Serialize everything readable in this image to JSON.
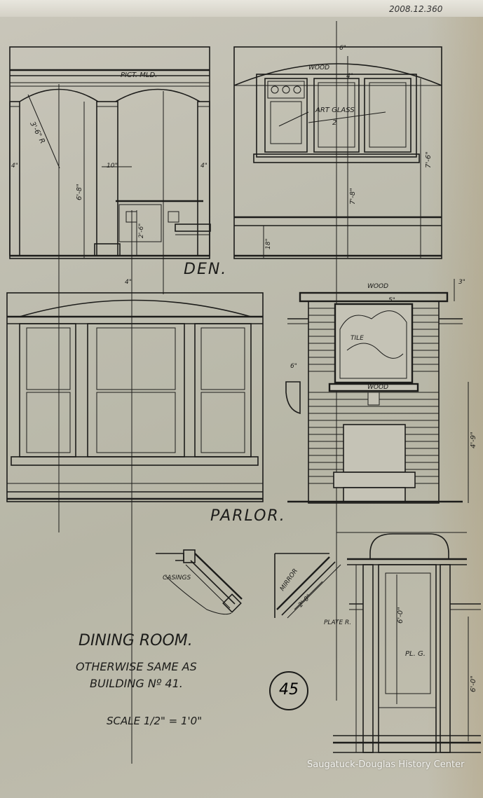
{
  "archive": {
    "number": "2008.12.360"
  },
  "watermark": {
    "text": "Saugatuck-Douglas History Center"
  },
  "den": {
    "title": "DEN.",
    "label_picture_molding": "PICT. MLD.",
    "label_wood": "WOOD",
    "label_art_glass": "ART GLASS",
    "label_2": "2",
    "dim_radius": "3'-6\" R",
    "dim_height": "6'-8\"",
    "dim_col": "10\"",
    "dim_4_left": "4\"",
    "dim_4_right": "4\"",
    "dim_seat": "2'-6\"",
    "dim_6": "6\"",
    "dim_4_top": "4\"",
    "dim_7_8": "7'-8\"",
    "dim_7_6": "7'-6\"",
    "dim_18": "18\""
  },
  "parlor": {
    "title": "PARLOR.",
    "label_wood_top": "WOOD",
    "label_wood_shelf": "WOOD",
    "label_tile": "TILE",
    "dim_4": "4\"",
    "dim_5": "5\"",
    "dim_3": "3\"",
    "dim_6": "6\"",
    "dim_4_9": "4'-9\""
  },
  "dining": {
    "label_casings": "CASINGS",
    "label_mirror": "MIRROR",
    "label_plate_r": "PLATE R.",
    "label_pl_g": "PL. G.",
    "dim_2_0": "2'-0\"",
    "dim_6_0_a": "6'-0\"",
    "dim_6_0_b": "6'-0\""
  },
  "notes": {
    "line1": "DINING ROOM.",
    "line2": "OTHERWISE SAME AS",
    "line3": "BUILDING Nº 41.",
    "scale": "SCALE 1/2\" = 1'0\""
  },
  "sheet": {
    "number": "45"
  }
}
